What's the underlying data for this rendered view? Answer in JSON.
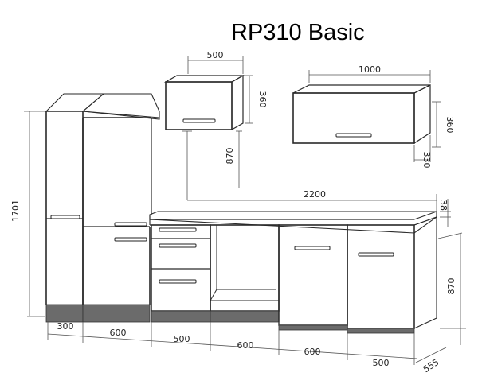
{
  "title": "RP310 Basic",
  "dimensions": {
    "upper_left_width": "500",
    "upper_left_height": "360",
    "upper_right_width": "1000",
    "upper_right_height": "360",
    "upper_right_depth": "330",
    "upper_mount_height": "870",
    "counter_length": "2200",
    "counter_thickness": "38",
    "tall_height": "1701",
    "base_height": "870",
    "base_depth": "555",
    "bottom_widths": [
      "300",
      "600",
      "500",
      "600",
      "600",
      "500"
    ]
  }
}
